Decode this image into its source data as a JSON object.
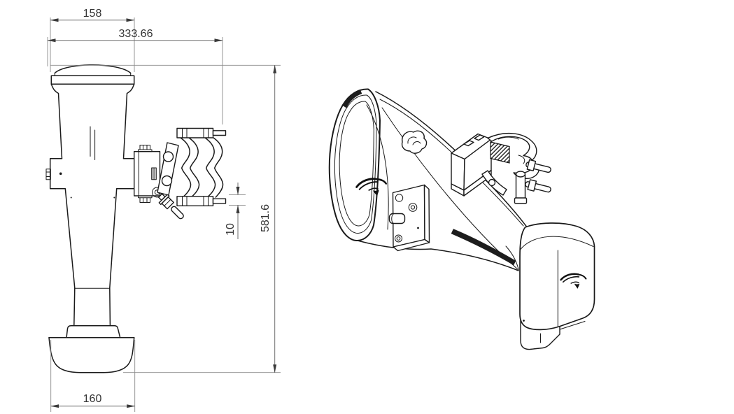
{
  "drawing": {
    "title": "horn-speaker-pole-mount-technical-drawing",
    "colors": {
      "line": "#1a1a1a",
      "dimension": "#6e6e6e",
      "text": "#333333",
      "background": "#ffffff"
    },
    "logo_icon": "falcon-logo"
  },
  "dims": {
    "cap_width": "158",
    "overall_width": "333.66",
    "overall_height": "581.6",
    "stud_size": "10",
    "base_width": "160"
  }
}
